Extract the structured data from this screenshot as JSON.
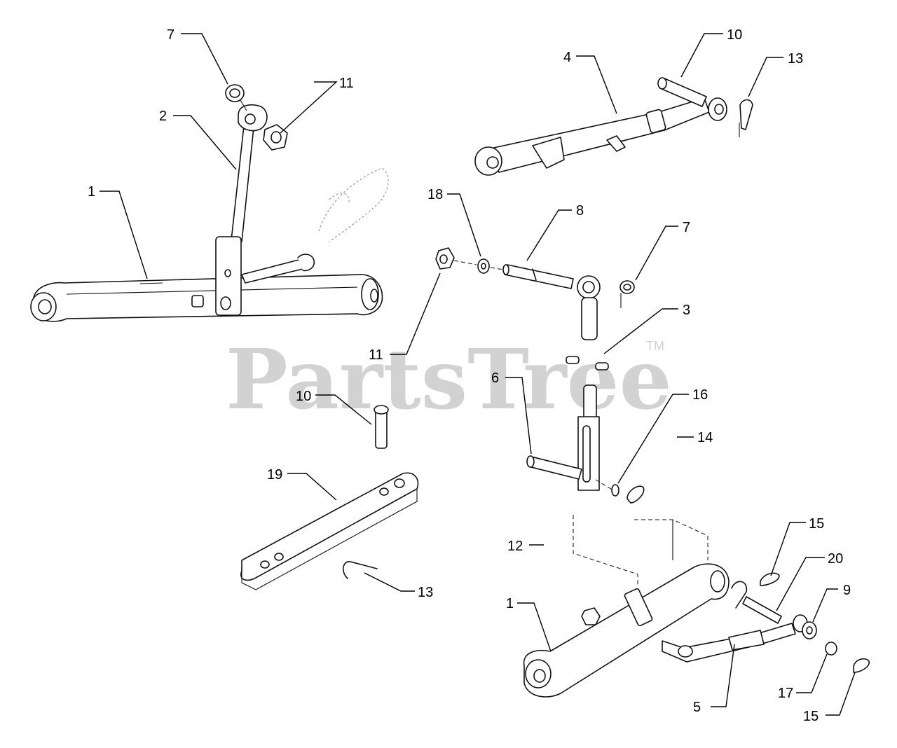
{
  "watermark": {
    "text": "PartsTree",
    "mark": "TM",
    "color": "#d2d2d2"
  },
  "callouts": {
    "c1a": "1",
    "c1b": "1",
    "c2": "2",
    "c3": "3",
    "c4": "4",
    "c5": "5",
    "c6": "6",
    "c7a": "7",
    "c7b": "7",
    "c8": "8",
    "c9": "9",
    "c10a": "10",
    "c10b": "10",
    "c11a": "11",
    "c11b": "11",
    "c12": "12",
    "c13a": "13",
    "c13b": "13",
    "c14": "14",
    "c15a": "15",
    "c15b": "15",
    "c16": "16",
    "c17": "17",
    "c18": "18",
    "c19": "19",
    "c20": "20"
  },
  "parts": [
    "lower-link-left",
    "lift-rod",
    "rear-ball-pin",
    "top-link",
    "check-chain-turnbuckle",
    "lift-pin",
    "ring-pin-top",
    "lift-link-rod",
    "bushing-rear",
    "pin-top-link",
    "nut-lift",
    "lower-link-frame",
    "linch-pin",
    "ring-pin-lower",
    "hair-pin",
    "washer-lower",
    "washer-17",
    "washer-18",
    "drawbar",
    "check-chain"
  ]
}
